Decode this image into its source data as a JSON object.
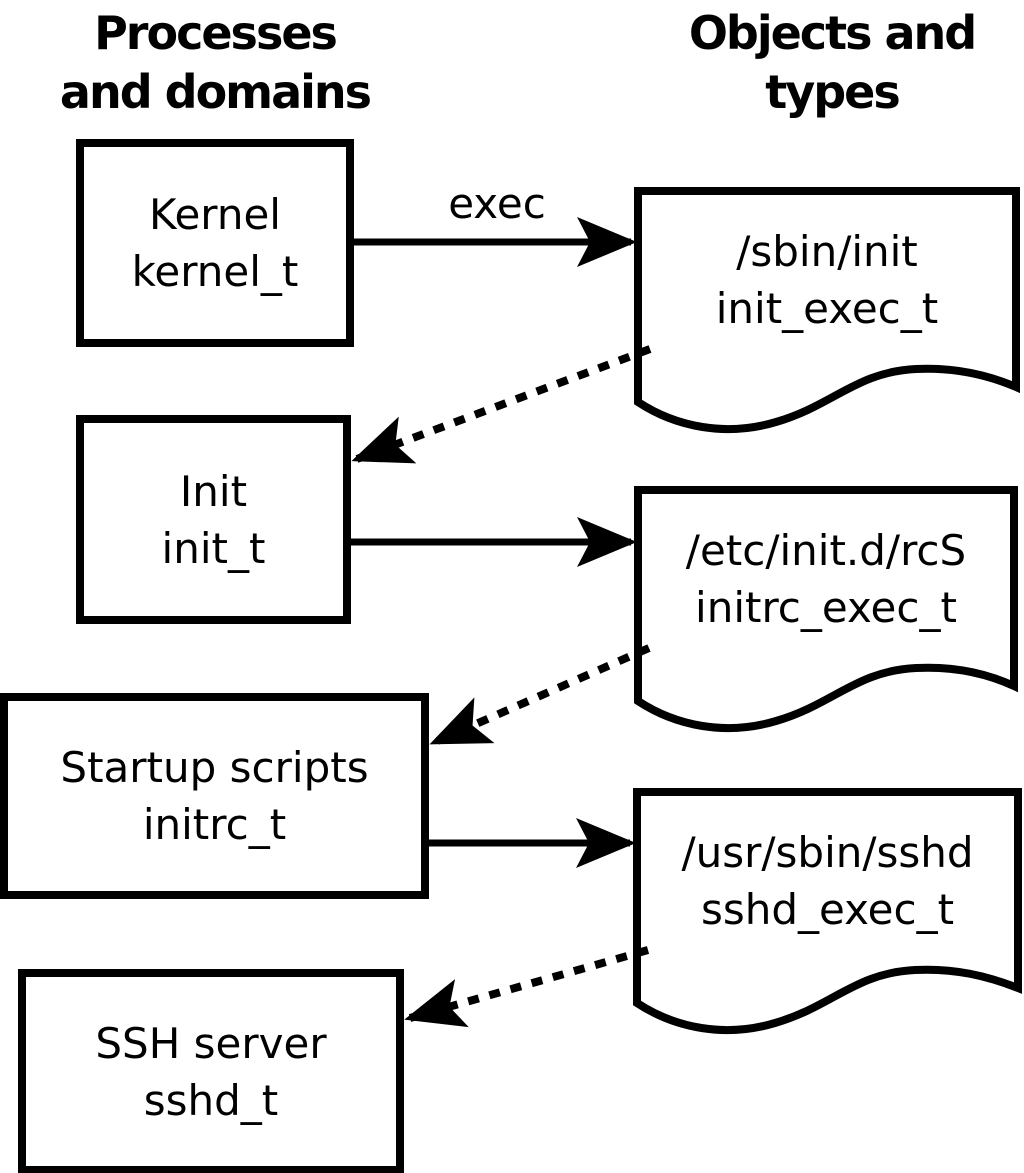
{
  "diagram": {
    "left_column_header": {
      "line1": "Processes",
      "line2": "and domains"
    },
    "right_column_header": {
      "line1": "Objects and",
      "line2": "types"
    },
    "processes": [
      {
        "name": "Kernel",
        "domain": "kernel_t"
      },
      {
        "name": "Init",
        "domain": "init_t"
      },
      {
        "name": "Startup scripts",
        "domain": "initrc_t"
      },
      {
        "name": "SSH server",
        "domain": "sshd_t"
      }
    ],
    "objects": [
      {
        "path": "/sbin/init",
        "type": "init_exec_t"
      },
      {
        "path": "/etc/init.d/rcS",
        "type": "initrc_exec_t"
      },
      {
        "path": "/usr/sbin/sshd",
        "type": "sshd_exec_t"
      }
    ],
    "labels": {
      "exec": "exec"
    },
    "colors": {
      "ink": "#000000",
      "background": "#ffffff"
    }
  }
}
